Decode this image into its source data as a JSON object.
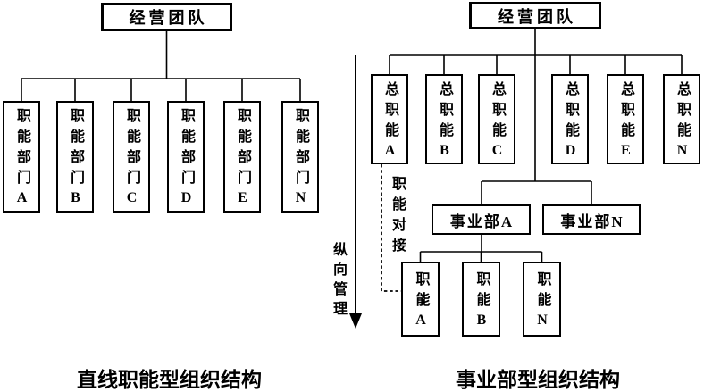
{
  "colors": {
    "line": "#000000",
    "background": "#ffffff",
    "text": "#000000"
  },
  "left_diagram": {
    "root_label": "经营团队",
    "departments": [
      "职能部门A",
      "职能部门B",
      "职能部门C",
      "职能部门D",
      "职能部门E",
      "职能部门N"
    ],
    "caption": "直线职能型组织结构"
  },
  "center": {
    "arrow_label": "纵向管理"
  },
  "right_diagram": {
    "root_label": "经营团队",
    "general_functions": [
      "总职能A",
      "总职能B",
      "总职能C",
      "总职能D",
      "总职能E",
      "总职能N"
    ],
    "divisions": [
      "事业部A",
      "事业部N"
    ],
    "division_functions": [
      "职能A",
      "职能B",
      "职能N"
    ],
    "dashed_link_label": "职能对接",
    "caption": "事业部型组织结构"
  }
}
